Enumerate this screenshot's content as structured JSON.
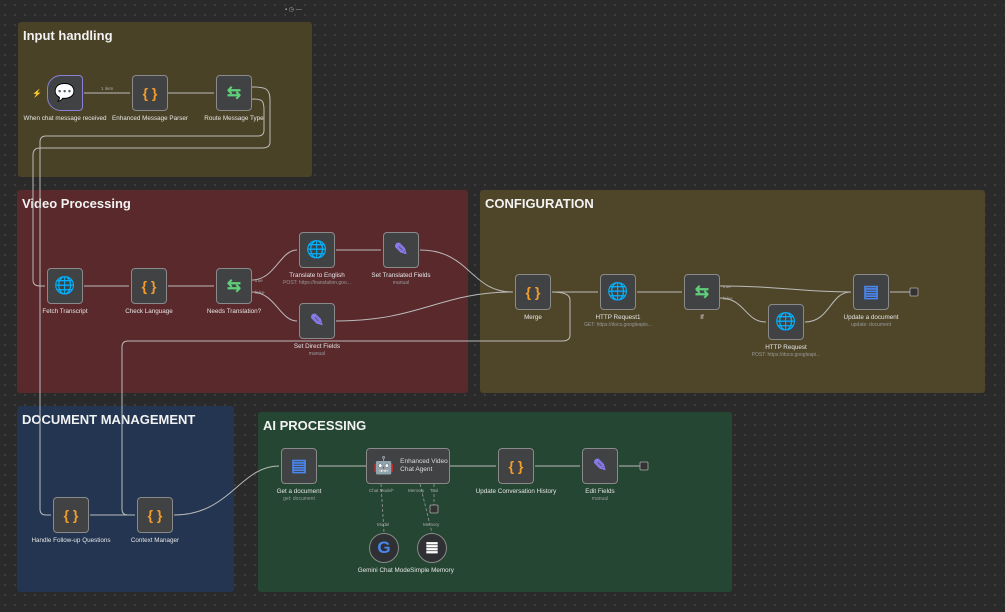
{
  "toolbar": {
    "icons": "▪ ◷ —"
  },
  "groups": [
    {
      "id": "input",
      "title": "Input handling",
      "color": "#4a4226"
    },
    {
      "id": "video",
      "title": "Video Processing",
      "color": "#5a292c"
    },
    {
      "id": "config",
      "title": "CONFIGURATION",
      "color": "#4f4629"
    },
    {
      "id": "doc",
      "title": "DOCUMENT MANAGEMENT",
      "color": "#233550"
    },
    {
      "id": "ai",
      "title": "AI PROCESSING",
      "color": "#254632"
    }
  ],
  "nodes": [
    {
      "id": "chat",
      "label": "When chat message received",
      "icon": "chat-icon",
      "glyph": "💬",
      "sub": ""
    },
    {
      "id": "parser",
      "label": "Enhanced Message Parser",
      "icon": "code-icon",
      "glyph": "{ }",
      "sub": ""
    },
    {
      "id": "route",
      "label": "Route Message Type",
      "icon": "switch-icon",
      "glyph": "⇆",
      "sub": ""
    },
    {
      "id": "fetch",
      "label": "Fetch Transcript",
      "icon": "globe-icon",
      "glyph": "🌐",
      "sub": ""
    },
    {
      "id": "check",
      "label": "Check Language",
      "icon": "code-icon",
      "glyph": "{ }",
      "sub": ""
    },
    {
      "id": "needs",
      "label": "Needs Translation?",
      "icon": "switch-icon",
      "glyph": "⇆",
      "sub": ""
    },
    {
      "id": "translate",
      "label": "Translate to English",
      "icon": "globe-icon",
      "glyph": "🌐",
      "sub": "POST: https://translation.goo..."
    },
    {
      "id": "settrans",
      "label": "Set Translated Fields",
      "icon": "pencil-icon",
      "glyph": "✎",
      "sub": "manual"
    },
    {
      "id": "setdirect",
      "label": "Set Direct Fields",
      "icon": "pencil-icon",
      "glyph": "✎",
      "sub": "manual"
    },
    {
      "id": "merge",
      "label": "Merge",
      "icon": "code-icon",
      "glyph": "{ }",
      "sub": ""
    },
    {
      "id": "http1",
      "label": "HTTP Request1",
      "icon": "globe-icon",
      "glyph": "🌐",
      "sub": "GET: https://docs.googleapis..."
    },
    {
      "id": "if",
      "label": "If",
      "icon": "switch-icon",
      "glyph": "⇆",
      "sub": ""
    },
    {
      "id": "http",
      "label": "HTTP Request",
      "icon": "globe-icon",
      "glyph": "🌐",
      "sub": "POST: https://docs.googleapi..."
    },
    {
      "id": "update",
      "label": "Update a document",
      "icon": "google-docs-icon",
      "glyph": "▤",
      "sub": "update: document"
    },
    {
      "id": "followup",
      "label": "Handle Follow-up Questions",
      "icon": "code-icon",
      "glyph": "{ }",
      "sub": ""
    },
    {
      "id": "context",
      "label": "Context Manager",
      "icon": "code-icon",
      "glyph": "{ }",
      "sub": ""
    },
    {
      "id": "getdoc",
      "label": "Get a document",
      "icon": "google-docs-icon",
      "glyph": "▤",
      "sub": "get: document"
    },
    {
      "id": "agent",
      "label": "Enhanced Video Chat Agent",
      "icon": "robot-icon",
      "glyph": "🤖",
      "sub": ""
    },
    {
      "id": "history",
      "label": "Update Conversation History",
      "icon": "code-icon",
      "glyph": "{ }",
      "sub": ""
    },
    {
      "id": "edit",
      "label": "Edit Fields",
      "icon": "pencil-icon",
      "glyph": "✎",
      "sub": "manual"
    },
    {
      "id": "gemini",
      "label": "Gemini Chat Mode",
      "icon": "google-icon",
      "glyph": "G",
      "sub": ""
    },
    {
      "id": "memory",
      "label": "Simple Memory",
      "icon": "database-icon",
      "glyph": "≣",
      "sub": ""
    }
  ],
  "edge_labels": {
    "items": "1 item",
    "true": "true",
    "false": "false",
    "chat_model": "Chat Model*",
    "memory": "Memory",
    "tool": "Tool",
    "model": "Model"
  },
  "colors": {
    "code": "#f59e2b",
    "switch": "#5fcf7a",
    "globe": "#8a7cf0",
    "docs": "#4a86f0"
  }
}
